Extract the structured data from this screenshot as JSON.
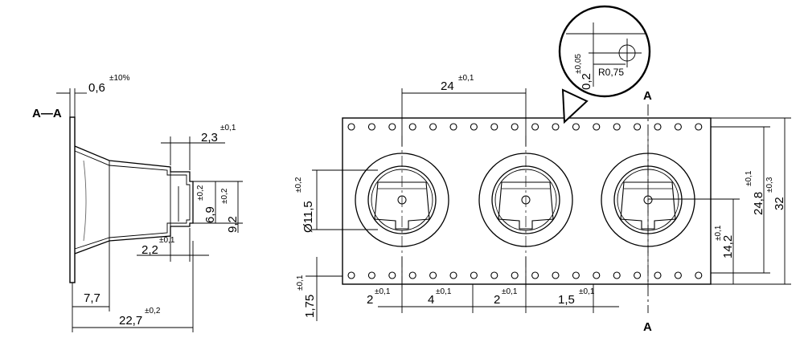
{
  "section_label": "A—A",
  "section_marker": "A",
  "side_view": {
    "wall_thickness": "0,6",
    "wall_thickness_tol": "±10%",
    "step_width": "2,3",
    "step_width_tol": "±0,1",
    "inner_height": "6,9",
    "inner_height_tol": "±0,2",
    "outer_height": "9,2",
    "outer_height_tol": "±0,2",
    "lower_step": "2,2",
    "lower_step_tol": "±0,1",
    "flange_depth": "7,7",
    "total_depth": "22,7",
    "total_depth_tol": "±0,2"
  },
  "top_view": {
    "pitch": "24",
    "pitch_tol": "±0,1",
    "diameter": "Ø11,5",
    "diameter_tol": "±0,2",
    "edge_offset": "1,75",
    "edge_offset_tol": "±0,1",
    "hole_spacing": "2",
    "hole_spacing_tol": "±0,1",
    "hole_pitch": "4",
    "hole_pitch_tol": "±0,1",
    "hole_spacing_2": "2",
    "hole_spacing_2_tol": "±0,1",
    "hole_offset": "1,5",
    "hole_offset_tol": "±0,1",
    "center_height": "14,2",
    "center_height_tol": "±0,1",
    "hole_row_distance": "24,8",
    "hole_row_distance_tol": "±0,1",
    "tape_width": "32",
    "tape_width_tol": "±0,3"
  },
  "detail": {
    "radius": "R0,75",
    "offset": "0,2",
    "offset_tol": "±0,05"
  }
}
